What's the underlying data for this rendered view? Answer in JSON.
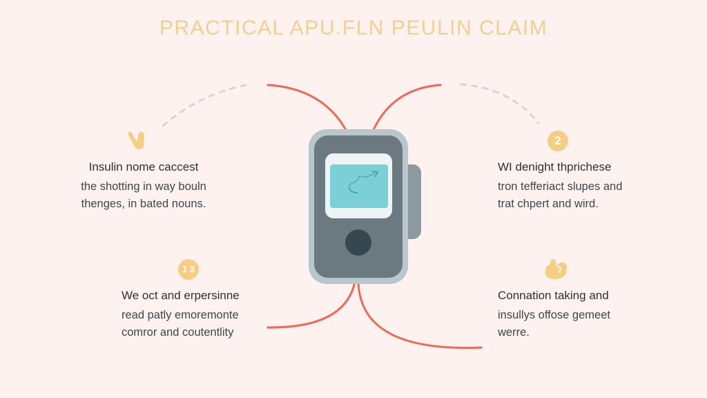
{
  "title": "PRACTICAL APU.FLN PEULIN CLAIM",
  "colors": {
    "background": "#fdf2ef",
    "title": "#f3cf8e",
    "accent_badge": "#f6cd85",
    "tube": "#e66f60",
    "device_outer": "#b9c6cc",
    "device_body": "#6b7a80",
    "screen_frame": "#eef3f5",
    "screen": "#7ccfd6",
    "button": "#37474f",
    "dashed": "#d8d5d3"
  },
  "device": {
    "name": "insulin-pump",
    "screen_glyph": "wavy-arrow-trend"
  },
  "blocks": {
    "top_left": {
      "icon": "hand-peace-icon",
      "heading": "Insulin nome caccest",
      "lines": [
        "the shotting in way bouln",
        "thenges, in bated nouns."
      ]
    },
    "top_right": {
      "badge": "2",
      "heading": "WI denight thprichese",
      "lines": [
        "tron tefferiact slupes and",
        "trat chpert and wird."
      ]
    },
    "bottom_left": {
      "badge": "1 3",
      "heading": "We oct and erpersinne",
      "lines": [
        "read patly emoremonte",
        "comror and coutentlity"
      ]
    },
    "bottom_right": {
      "icon": "hand-thumbs-icon",
      "heading": "Connation taking and",
      "lines": [
        "insullys offose gemeet",
        "werre."
      ]
    }
  }
}
